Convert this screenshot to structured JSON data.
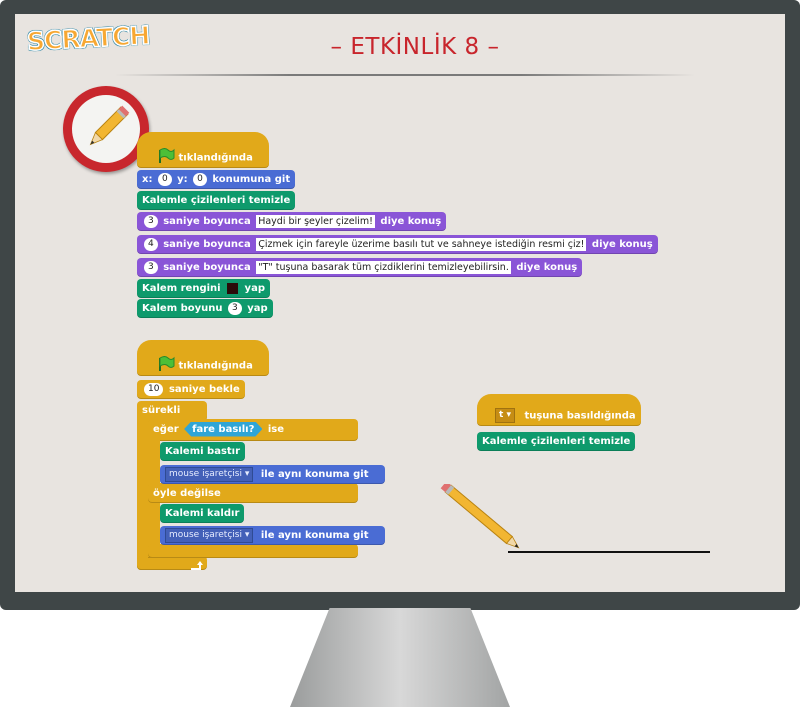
{
  "header": {
    "logo": "SCRATCH",
    "title": "– ETKİNLİK 8 –"
  },
  "script1": {
    "hat": "tıklandığında",
    "goto": {
      "x_label": "x:",
      "x": "0",
      "y_label": "y:",
      "y": "0",
      "suffix": "konumuna git"
    },
    "clear": "Kalemle çizilenleri temizle",
    "say1": {
      "secs": "3",
      "mid": "saniye boyunca",
      "text": "Haydi bir şeyler çizelim!",
      "suffix": "diye konuş"
    },
    "say2": {
      "secs": "4",
      "mid": "saniye boyunca",
      "text": "Çizmek için fareyle üzerime basılı tut ve sahneye istediğin resmi çiz!",
      "suffix": "diye konuş"
    },
    "say3": {
      "secs": "3",
      "mid": "saniye boyunca",
      "text": "\"T\" tuşuna basarak tüm çizdiklerini temizleyebilirsin.",
      "suffix": "diye konuş"
    },
    "pen_color": {
      "prefix": "Kalem rengini",
      "suffix": "yap",
      "color": "#2b0b09"
    },
    "pen_size": {
      "prefix": "Kalem boyunu",
      "value": "3",
      "suffix": "yap"
    }
  },
  "script2": {
    "hat": "tıklandığında",
    "wait": {
      "secs": "10",
      "suffix": "saniye bekle"
    },
    "forever": "sürekli",
    "if": {
      "prefix": "eğer",
      "cond": "fare basılı?",
      "suffix": "ise"
    },
    "pen_down": "Kalemi bastır",
    "goto1": {
      "target": "mouse işaretçisi",
      "suffix": "ile aynı konuma git"
    },
    "else": "öyle değilse",
    "pen_up": "Kalemi kaldır",
    "goto2": {
      "target": "mouse işaretçisi",
      "suffix": "ile aynı konuma git"
    }
  },
  "script3": {
    "key": "t",
    "hat": "tuşuna basıldığında",
    "clear": "Kalemle çizilenleri temizle"
  },
  "colors": {
    "motion": "#4a6cd4",
    "pen": "#0e9a6c",
    "looks": "#8a55d7",
    "control": "#e1a91a",
    "sensing": "#2fa5d6",
    "title": "#c8252c"
  }
}
